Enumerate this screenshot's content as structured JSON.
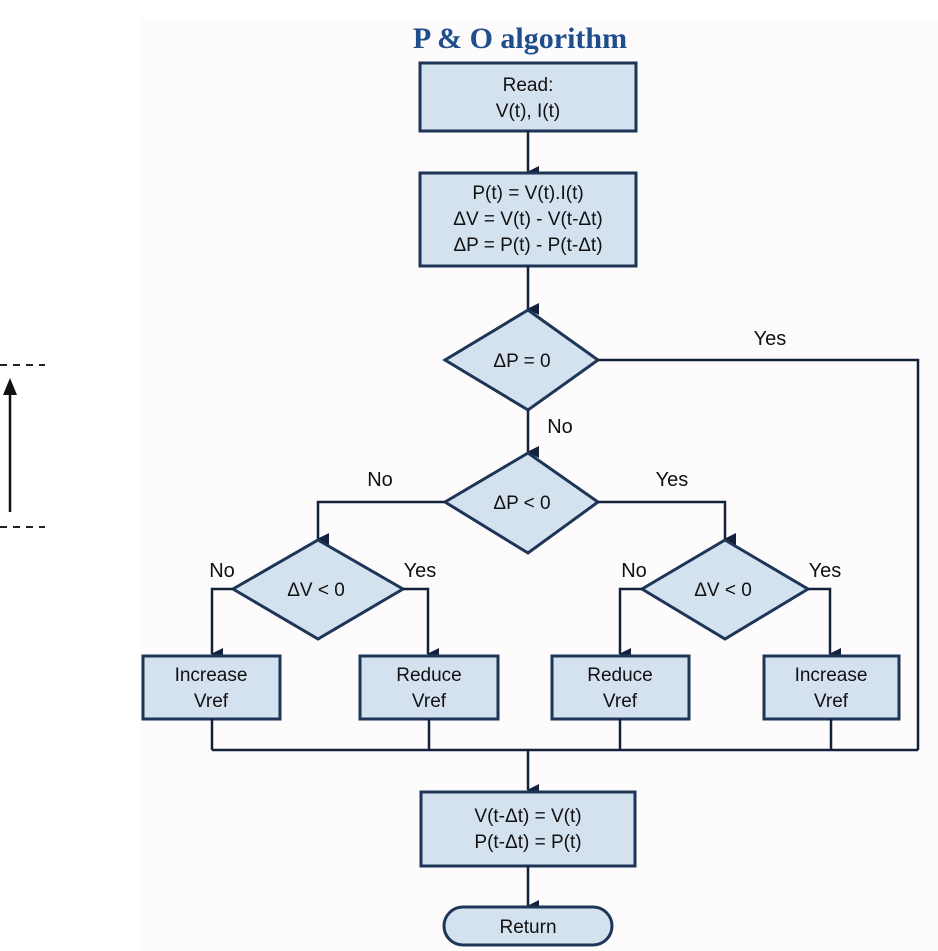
{
  "title": "P & O algorithm",
  "colors": {
    "box_fill": "#d4e1ef",
    "box_stroke": "#1d3557",
    "title": "#1f4e8c",
    "connector": "#14213d"
  },
  "nodes": {
    "read": [
      "Read:",
      "V(t), I(t)"
    ],
    "compute": [
      "P(t) = V(t).I(t)",
      "ΔV = V(t) - V(t-Δt)",
      "ΔP = P(t) - P(t-Δt)"
    ],
    "dp_zero": "ΔP = 0",
    "dp_neg": "ΔP < 0",
    "dv_neg_left": "ΔV < 0",
    "dv_neg_right": "ΔV < 0",
    "increase_left": [
      "Increase",
      "Vref"
    ],
    "reduce_left": [
      "Reduce",
      "Vref"
    ],
    "reduce_right": [
      "Reduce",
      "Vref"
    ],
    "increase_right": [
      "Increase",
      "Vref"
    ],
    "update": [
      "V(t-Δt) = V(t)",
      "P(t-Δt) = P(t)"
    ],
    "return": "Return"
  },
  "edge_labels": {
    "dp_zero_yes": "Yes",
    "dp_zero_no": "No",
    "dp_neg_no": "No",
    "dp_neg_yes": "Yes",
    "dv_left_no": "No",
    "dv_left_yes": "Yes",
    "dv_right_no": "No",
    "dv_right_yes": "Yes"
  }
}
